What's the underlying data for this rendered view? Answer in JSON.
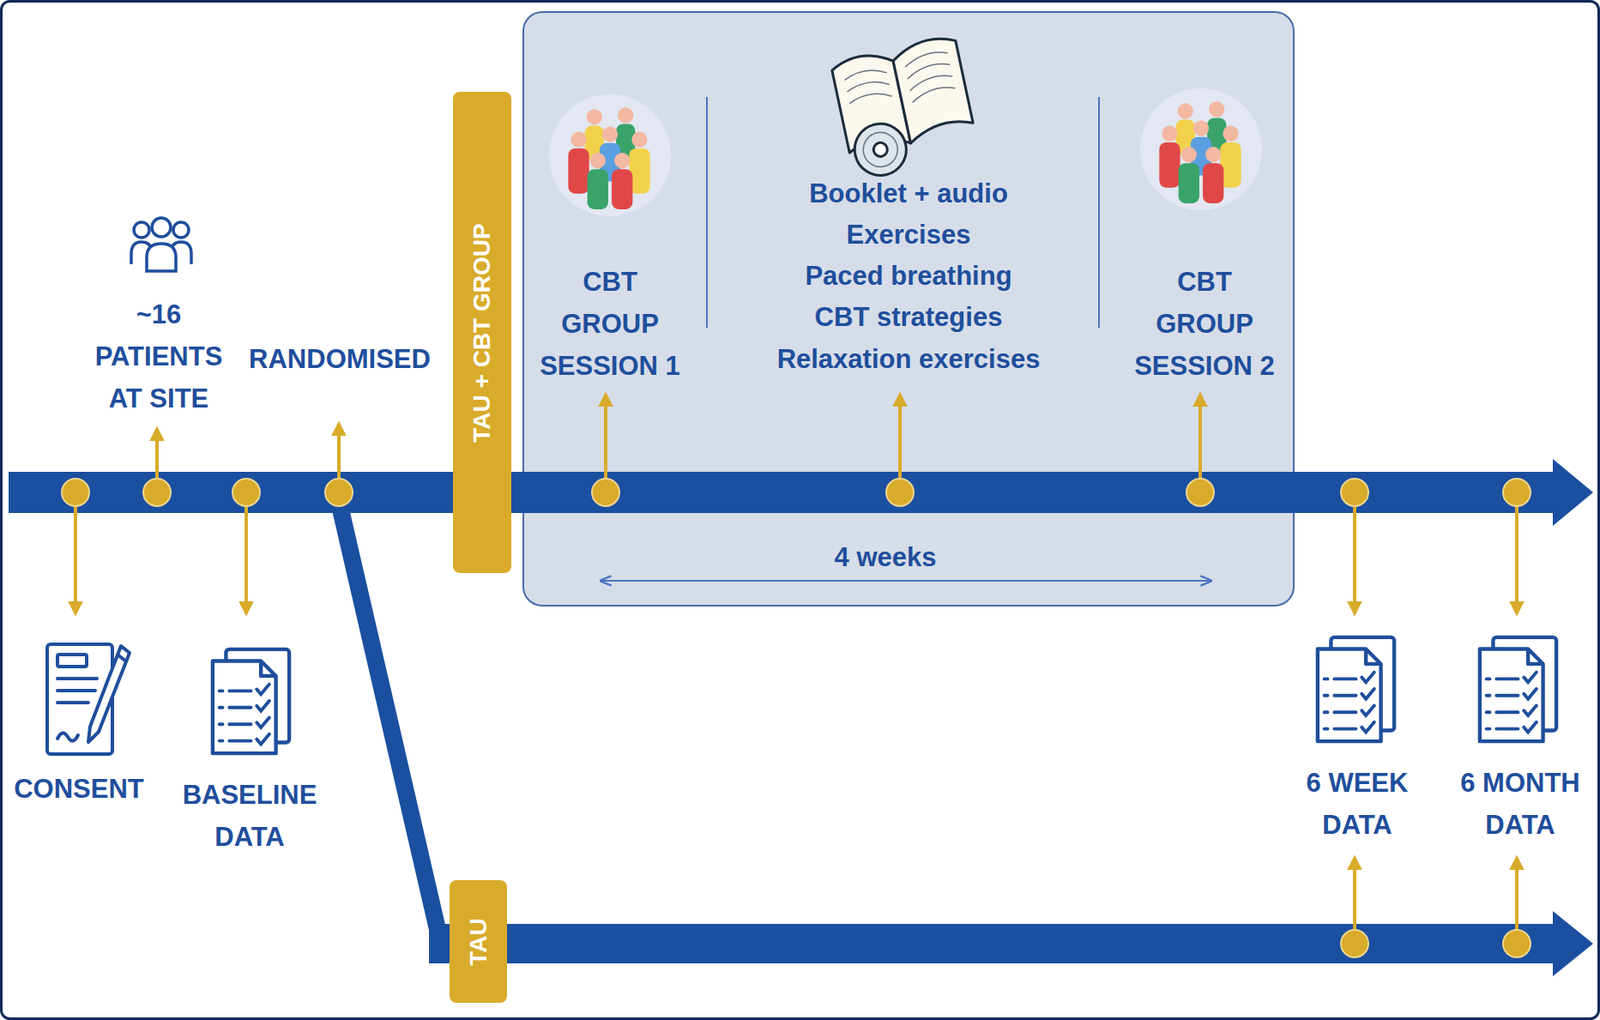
{
  "diagram": {
    "nodes": [
      {
        "text": [
          "TAU + CBT GROUP"
        ]
      },
      {
        "text": [
          "CBT GROUP SESSION 1",
          "Booklet + audio",
          "Exercises",
          "Paced breathing",
          "CBT strategies",
          "Relaxation exercises",
          "CBT GROUP SESSION 2",
          "4 weeks"
        ]
      },
      {
        "text": [
          "TAU"
        ]
      }
    ],
    "labels": [
      "CONSENT",
      "~16 PATIENTS AT SITE",
      "RANDOMISED",
      "BASELINE DATA",
      "6 WEEK DATA",
      "6 MONTH DATA"
    ]
  }
}
